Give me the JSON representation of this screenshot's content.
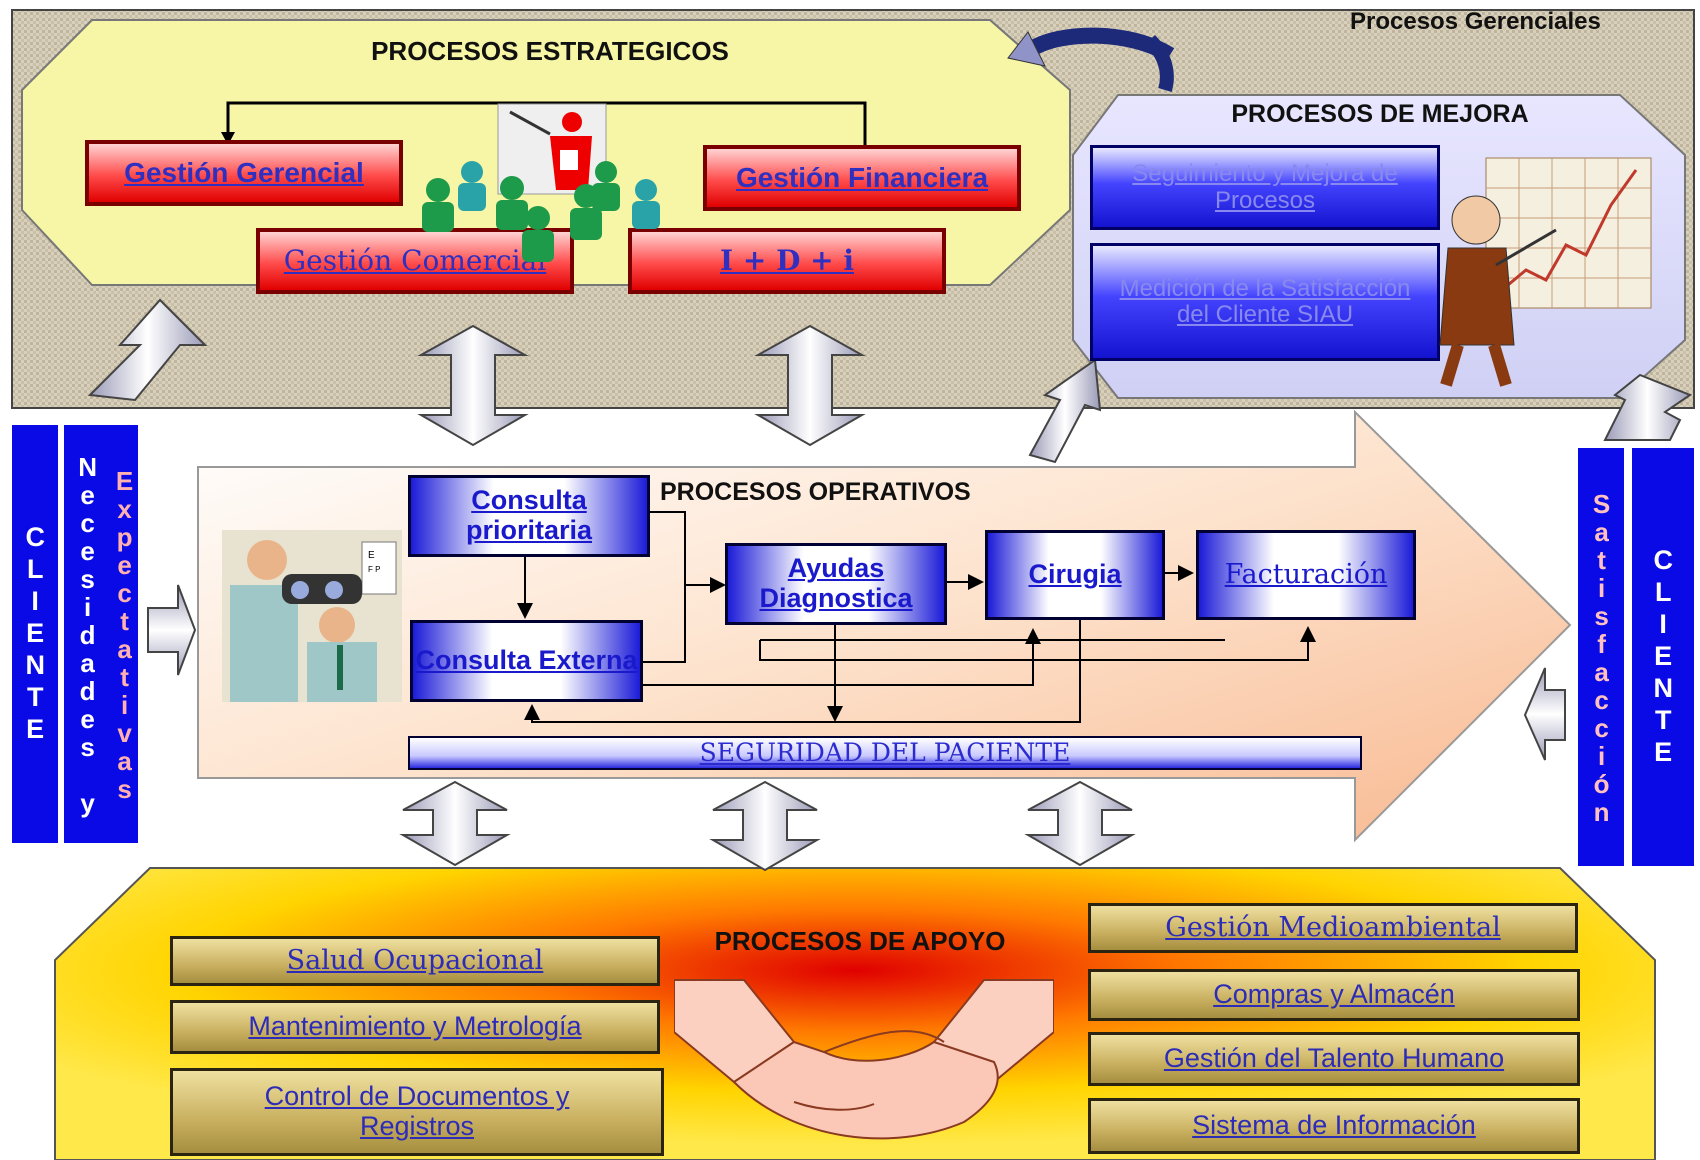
{
  "header": {
    "label": "Procesos Gerenciales"
  },
  "strategic": {
    "title": "PROCESOS ESTRATEGICOS",
    "items": [
      "Gestión Gerencial",
      "Gestión Financiera",
      "Gestión Comercial",
      "I + D + i"
    ]
  },
  "improvement": {
    "title": "PROCESOS DE MEJORA",
    "items": [
      "Seguimiento y Mejora de Procesos",
      "Medición de la Satisfacción del Cliente SIAU"
    ]
  },
  "operative": {
    "title": "PROCESOS OPERATIVOS",
    "items": {
      "consulta_prioritaria": "Consulta prioritaria",
      "consulta_externa": "Consulta Externa",
      "ayudas": "Ayudas Diagnostica",
      "cirugia": "Cirugia",
      "facturacion": "Facturación"
    },
    "safety": "SEGURIDAD DEL PACIENTE"
  },
  "support": {
    "title": "PROCESOS DE APOYO",
    "left": [
      "Salud Ocupacional",
      "Mantenimiento y Metrología",
      "Control de Documentos y Registros"
    ],
    "right": [
      "Gestión Medioambiental",
      "Compras y Almacén",
      "Gestión del Talento Humano",
      "Sistema de Información"
    ]
  },
  "left_side": {
    "cliente": "CLIENTE",
    "necesidades": "Necesidades y",
    "expectativas": "Expectativas"
  },
  "right_side": {
    "satisfaccion": "Satisfacción",
    "cliente": "CLIENTE"
  },
  "colors": {
    "client_bar": "#0a0ae6",
    "strategic_fill": "#f6f6a6",
    "operative_fill": "#fbd2b4",
    "support_fill": "#ffd400",
    "red_box": "#e00000",
    "blue_box": "#1414d0"
  },
  "icons": [
    "presentation-icon",
    "analyst-chart-icon",
    "eye-exam-icon",
    "handshake-icon"
  ]
}
